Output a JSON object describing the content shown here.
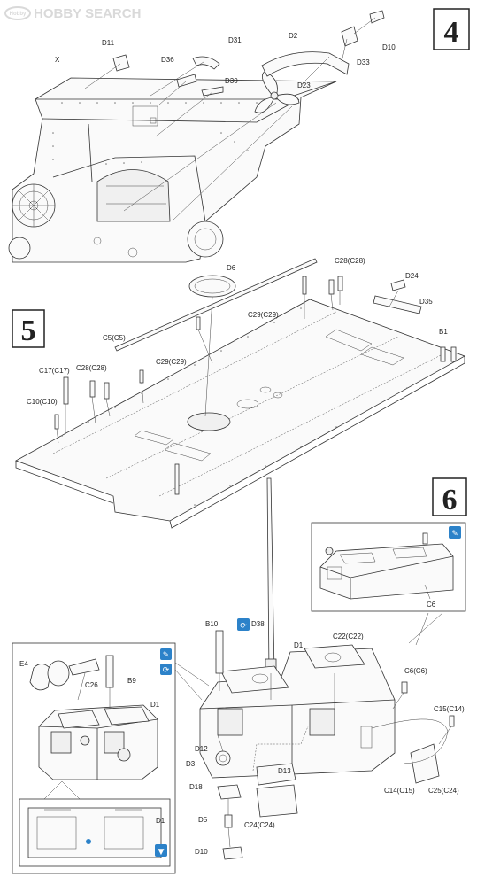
{
  "watermark": {
    "logo": "Hobby",
    "text": "HOBBY SEARCH"
  },
  "steps": [
    "4",
    "5",
    "6"
  ],
  "step4": {
    "labels": [
      "D11",
      "D31",
      "D2",
      "D10",
      "D33",
      "X",
      "D36",
      "D30",
      "D23"
    ]
  },
  "step5": {
    "labels": [
      "D6",
      "C28(C28)",
      "D24",
      "D35",
      "C5(C5)",
      "C29(C29)",
      "B1",
      "C29(C29)",
      "C17(C17)",
      "C28(C28)",
      "C10(C10)"
    ]
  },
  "step6": {
    "labels": [
      "B10",
      "D38",
      "D1",
      "C22(C22)",
      "C6(C6)",
      "C15(C14)",
      "D12",
      "D3",
      "D13",
      "D18",
      "C14(C15)",
      "C25(C24)",
      "C24(C24)",
      "D5",
      "D10"
    ],
    "detail_top": {
      "label": "C6",
      "icon": "wrench-icon"
    },
    "detail_left": {
      "labels": [
        "E4",
        "C26",
        "B9",
        "D1"
      ],
      "icons": [
        "wrench-icon",
        "rotate-icon"
      ]
    },
    "detail_sub": {
      "label": "D1",
      "icon": "flip-icon"
    },
    "d38_icon": "rotate-icon"
  },
  "colors": {
    "icon": "#2c82c9",
    "line": "#333333",
    "watermark": "#d9d9d9"
  }
}
